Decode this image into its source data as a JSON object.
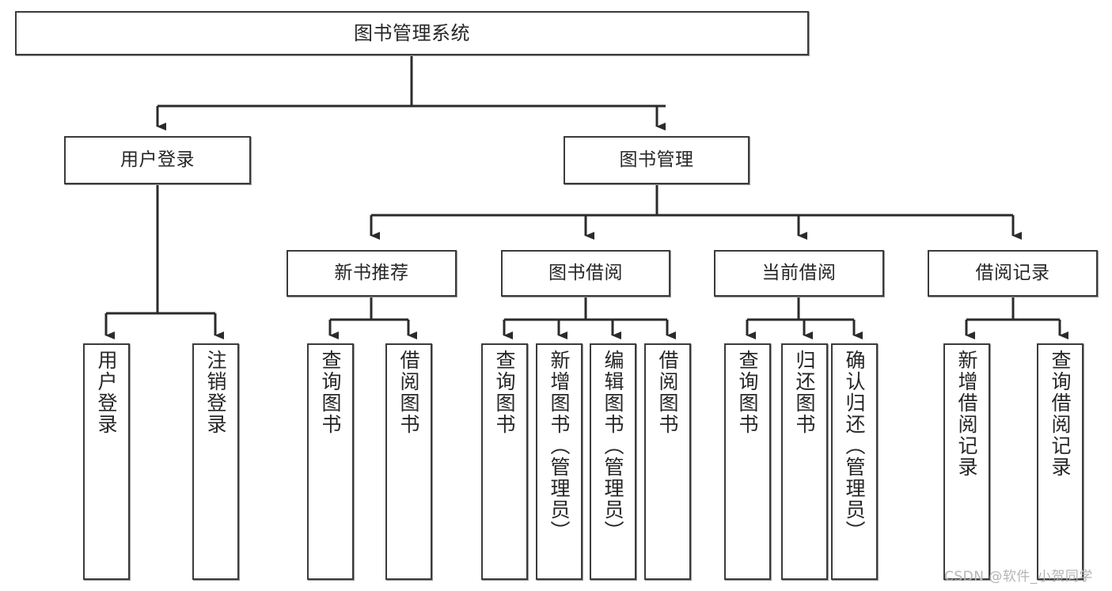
{
  "diagram": {
    "title": "图书管理系统",
    "watermark": "CSDN @软件_小贺同学",
    "colors": {
      "box_border": "#3b3b3b",
      "box_fill": "#ffffff",
      "edge": "#2b2b2b",
      "text": "#262626",
      "watermark": "#b4b4b4"
    },
    "nodes": {
      "root": "图书管理系统",
      "user_login": "用户登录",
      "book_manage": "图书管理",
      "new_book_recommend": "新书推荐",
      "book_borrow": "图书借阅",
      "current_borrow": "当前借阅",
      "borrow_record": "借阅记录",
      "leaf_user_login": "用户登录",
      "leaf_logout": "注销登录",
      "leaf_query_book_1": "查询图书",
      "leaf_borrow_book_1": "借阅图书",
      "leaf_query_book_2": "查询图书",
      "leaf_add_book_admin": "新增图书（管理员）",
      "leaf_edit_book_admin": "编辑图书（管理员）",
      "leaf_borrow_book_2": "借阅图书",
      "leaf_query_book_3": "查询图书",
      "leaf_return_book": "归还图书",
      "leaf_confirm_return_admin": "确认归还（管理员）",
      "leaf_add_record": "新增借阅记录",
      "leaf_query_record": "查询借阅记录"
    }
  }
}
